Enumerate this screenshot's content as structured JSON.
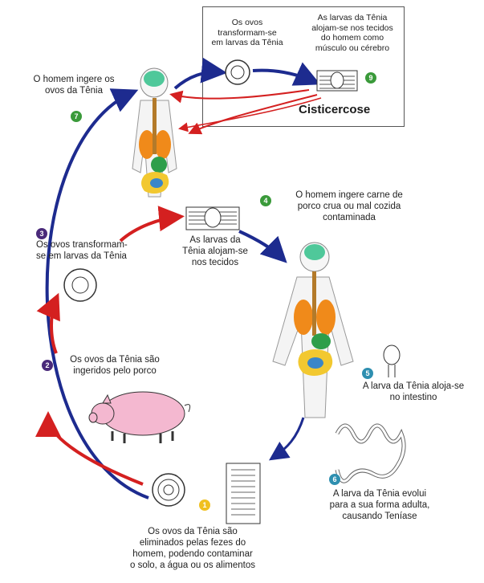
{
  "box": {
    "eggs_transform": "Os ovos\ntransformam-se\nem larvas da Tênia",
    "larvae_lodge": "As larvas da Tênia\nalojam-se nos tecidos\ndo homem como\nmúsculo ou cérebro",
    "title": "Cisticercose",
    "step9": "9"
  },
  "steps": {
    "s7": {
      "num": "7",
      "text": "O homem ingere os\novos da Tênia"
    },
    "s3": {
      "num": "3",
      "text": "Os ovos transformam-\nse em larvas da Tênia"
    },
    "s_tissue": {
      "text": "As larvas da\nTênia alojam-se\nnos tecidos"
    },
    "s4": {
      "num": "4",
      "text": "O homem ingere carne de\nporco crua ou mal cozida\ncontaminada"
    },
    "s2": {
      "num": "2",
      "text": "Os ovos da Tênia são\ningeridos pelo porco"
    },
    "s5": {
      "num": "5",
      "text": "A larva da Tênia aloja-se\nno intestino"
    },
    "s6": {
      "num": "6",
      "text": "A larva da Tênia evolui\npara a sua forma adulta,\ncausando Teníase"
    },
    "s1": {
      "num": "1",
      "text": "Os ovos da Tênia são\neliminados pelas fezes do\nhomem, podendo contaminar\no solo, a água ou os alimentos"
    }
  },
  "colors": {
    "blue_arrow": "#1d2b8f",
    "red_arrow": "#d42020",
    "badge_green": "#3a9a3a",
    "badge_purple": "#4a2a7a",
    "badge_teal": "#2e8fb0",
    "badge_yellow": "#f0c020",
    "pig_pink": "#f4b8d0",
    "lung_orange": "#f08a1a",
    "stomach_green": "#2e9e4a",
    "intestine_yellow": "#f2c830",
    "intestine_blue": "#3a86c8"
  }
}
